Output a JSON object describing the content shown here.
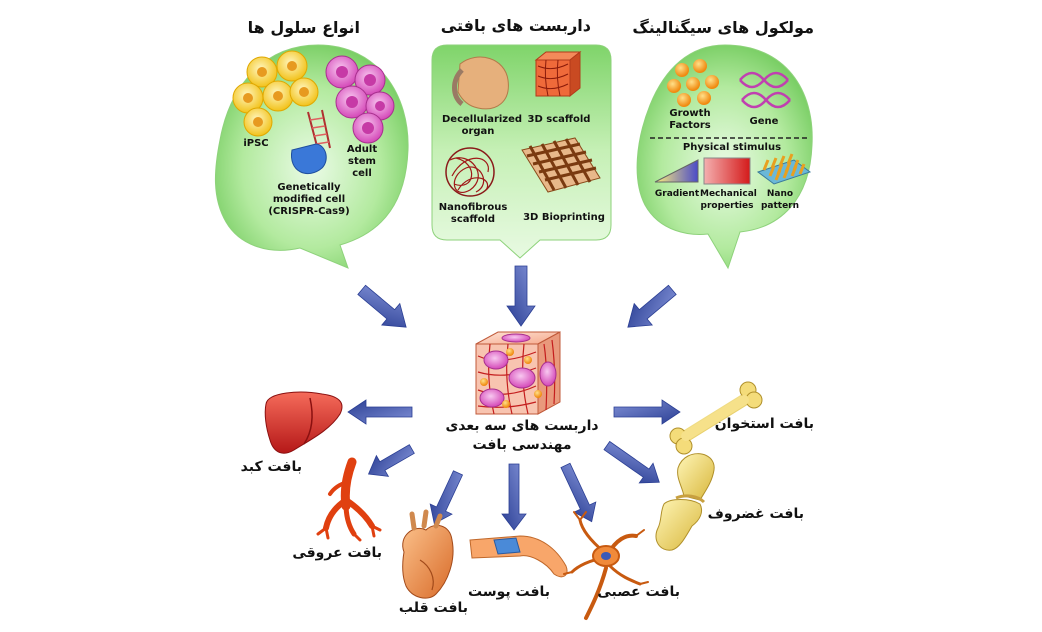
{
  "headings": {
    "cells": "انواع سلول ها",
    "scaffolds": "داربست های بافتی",
    "signals": "مولکول های سیگنالینگ"
  },
  "cells": {
    "ipsc": "iPSC",
    "adult": "Adult stem cell",
    "gmc": "Genetically modified cell (CRISPR-Cas9)"
  },
  "scaffolds": {
    "decell": "Decellularized organ",
    "scaffold3d": "3D scaffold",
    "nanofibrous": "Nanofibrous scaffold",
    "bioprint": "3D Bioprinting"
  },
  "signals": {
    "growth": "Growth Factors",
    "gene": "Gene",
    "physical": "Physical stimulus",
    "gradient": "Gradient",
    "mechanical": "Mechanical properties",
    "nano": "Nano pattern"
  },
  "center": {
    "line1": "داربست های سه بعدی",
    "line2": "مهندسی بافت"
  },
  "tissues": {
    "liver": "بافت کبد",
    "vessel": "بافت عروقی",
    "heart": "بافت قلب",
    "skin": "بافت پوست",
    "nerve": "بافت عصبی",
    "cartilage": "بافت غضروف",
    "bone": "بافت استخوان"
  },
  "colors": {
    "bubble_light": "#eafbe6",
    "bubble_mid": "#b3ea9f",
    "bubble_dark": "#6fc95a",
    "arrow": "#3d55a8",
    "arrow_light": "#8090d6"
  }
}
